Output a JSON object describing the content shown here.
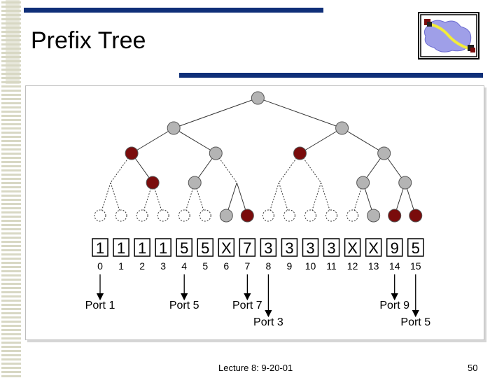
{
  "slide": {
    "title": "Prefix Tree",
    "footer": "Lecture 8: 9-20-01",
    "page_number": "50"
  },
  "colors": {
    "accent_bar": "#0f2f78",
    "node_gray": "#b4b4b4",
    "node_red": "#7a0c0c",
    "stripe": "#d8d8c4"
  },
  "logo": {
    "icon": "network-path-icon"
  },
  "tree": {
    "levels": [
      [
        "gray"
      ],
      [
        "gray",
        "gray"
      ],
      [
        "red",
        "gray",
        "red",
        "gray"
      ],
      [
        "none",
        "red",
        "gray",
        "none",
        "none",
        "none",
        "gray",
        "gray"
      ],
      [
        "empty",
        "empty",
        "empty",
        "empty",
        "empty",
        "empty",
        "gray",
        "red",
        "empty",
        "empty",
        "empty",
        "empty",
        "empty",
        "gray",
        "red",
        "red"
      ]
    ],
    "table_values": [
      "1",
      "1",
      "1",
      "1",
      "5",
      "5",
      "X",
      "7",
      "3",
      "3",
      "3",
      "3",
      "X",
      "X",
      "9",
      "5"
    ],
    "indices": [
      "0",
      "1",
      "2",
      "3",
      "4",
      "5",
      "6",
      "7",
      "8",
      "9",
      "10",
      "11",
      "12",
      "13",
      "14",
      "15"
    ]
  },
  "ports": [
    {
      "label": "Port 1",
      "column": 0,
      "row": 1
    },
    {
      "label": "Port 5",
      "column": 4,
      "row": 1
    },
    {
      "label": "Port 7",
      "column": 7,
      "row": 1
    },
    {
      "label": "Port 3",
      "column": 8,
      "row": 2
    },
    {
      "label": "Port 9",
      "column": 14,
      "row": 1
    },
    {
      "label": "Port 5",
      "column": 15,
      "row": 2
    }
  ]
}
